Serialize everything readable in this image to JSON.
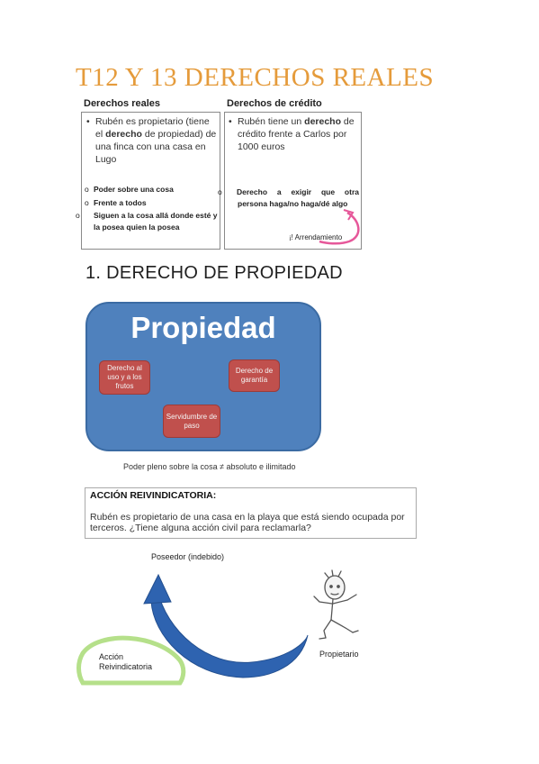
{
  "title": "T12 Y 13 DERECHOS REALES",
  "derechos_reales": {
    "header": "Derechos reales",
    "text_pre": "Rubén es propietario (tiene el ",
    "text_bold": "derecho",
    "text_post": " de propiedad) de una finca con una casa en Lugo",
    "items": [
      "Poder sobre una cosa",
      "Frente a todos",
      "Siguen a la cosa allá donde esté y la posea quien la posea"
    ]
  },
  "derechos_credito": {
    "header": "Derechos de crédito",
    "text_pre": "Rubén tiene un ",
    "text_bold": "derecho",
    "text_post": " de crédito frente a Carlos por 1000 euros",
    "item": "Derecho a exigir que otra persona haga/no haga/dé algo",
    "note": "¡! Arrendamiento"
  },
  "section_title": "1. DERECHO DE PROPIEDAD",
  "propiedad": {
    "title": "Propiedad",
    "boxes": [
      "Derecho al uso y a los frutos",
      "Derecho de garantía",
      "Servidumbre de paso"
    ]
  },
  "caption": "Poder pleno sobre la cosa ≠ absoluto e ilimitado",
  "accion": {
    "header": "ACCIÓN REIVINDICATORIA:",
    "text": "Rubén es propietario de una casa en la playa que está siendo ocupada por terceros. ¿Tiene alguna acción civil para reclamarla?"
  },
  "diagram": {
    "poseedor": "Poseedor (indebido)",
    "propietario": "Propietario",
    "accion_label": "Acción Reivindicatoria"
  },
  "colors": {
    "title": "#e59b3b",
    "blue": "#4f81bd",
    "red": "#c0504d",
    "pink": "#e6589a",
    "green": "#b5e08a"
  }
}
